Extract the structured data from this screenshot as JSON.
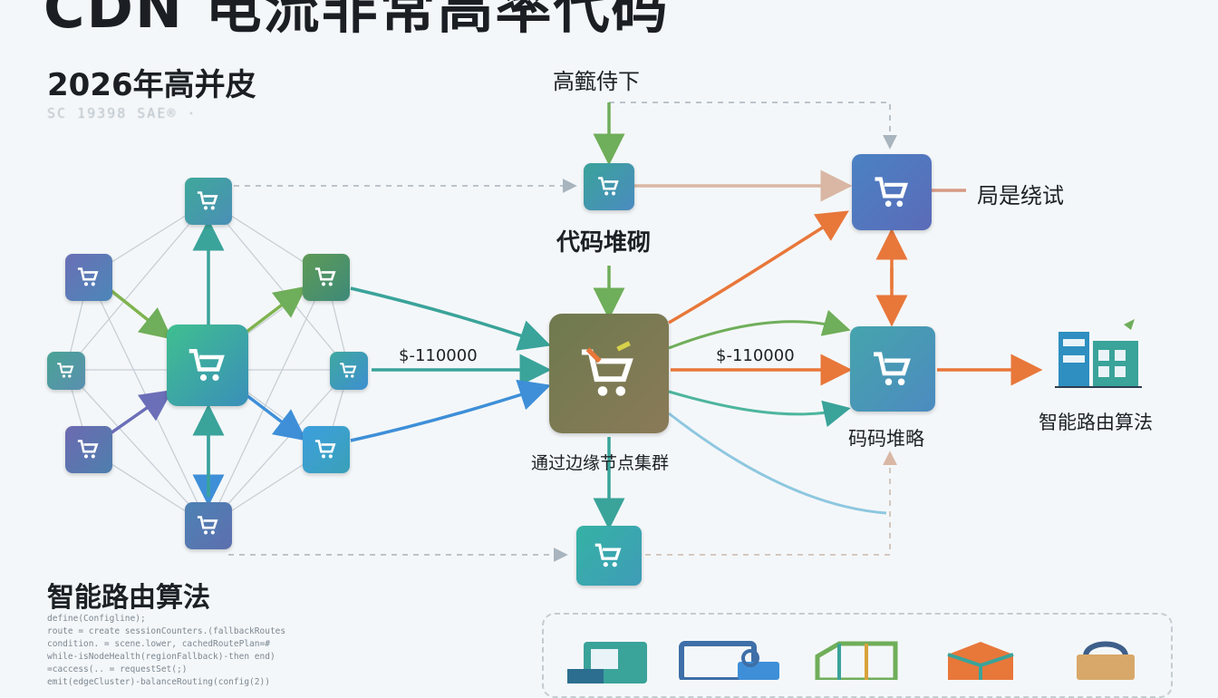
{
  "header": {
    "title_cut": "CDN 电流非常高率代码",
    "subtitle": "2026年高并皮",
    "blur_text": "SC 19398 SAE® ·"
  },
  "labels": {
    "top_input": "高籈侍下",
    "middle_stack": "代码堆砌",
    "right_top": "局是绕试",
    "cluster": "通过边缘节点集群",
    "right_mid": "码码堆略",
    "right_far": "智能路由算法",
    "edge_left": "$-110000",
    "edge_right": "$-110000",
    "bottom_heading": "智能路由算法"
  },
  "code_lines": [
    "define(Configline);",
    "  route = create sessionCounters.(fallbackRoutes",
    "    condition. = scene.lower, cachedRoutePlan=#",
    "  while-isNodeHealth(regionFallback)-then end)",
    "      =caccess(.. = requestSet(;)",
    "    emit(edgeCluster)-balanceRouting(config(2))"
  ],
  "icons": {
    "node": "cart-icon",
    "building": "building-icon",
    "tray": [
      "monitor-icon",
      "toolbox-icon",
      "cube-stack-icon",
      "box-icon",
      "bag-icon"
    ]
  },
  "colors": {
    "teal": "#3aa39a",
    "green": "#6fae5a",
    "blue": "#3e8fd8",
    "purple": "#6b6fb8",
    "orange": "#e8773a",
    "olive": "#7a7a55",
    "dash": "#9fb0bf"
  }
}
